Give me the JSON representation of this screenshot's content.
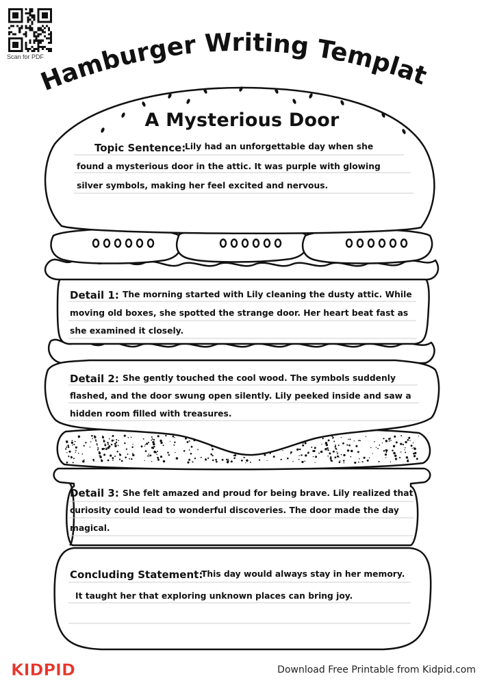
{
  "qr_caption": "Scan for PDF",
  "header": {
    "title": "Hamburger Writing Template"
  },
  "story_title": "A Mysterious Door",
  "topic": {
    "label": "Topic Sentence:",
    "lines": [
      "Lily had an unforgettable day when she",
      "found a mysterious door in the attic. It was purple with glowing",
      "silver symbols, making her feel excited and nervous."
    ]
  },
  "detail1": {
    "label": "Detail 1:",
    "lines": [
      "The morning started with Lily cleaning the dusty attic. While",
      "moving old boxes, she spotted the strange door. Her heart beat fast as",
      "she examined it closely."
    ]
  },
  "detail2": {
    "label": "Detail 2:",
    "lines": [
      "She gently touched the cool wood. The symbols suddenly",
      "flashed, and the door swung open silently. Lily peeked inside and saw a",
      "hidden room filled with treasures."
    ]
  },
  "detail3": {
    "label": "Detail 3:",
    "lines": [
      "She felt amazed and proud for being brave. Lily realized that",
      "curiosity could lead to wonderful discoveries. The door made the day",
      "magical."
    ]
  },
  "conclusion": {
    "label": "Concluding Statement:",
    "lines": [
      "This day would always stay in her memory.",
      "It taught her that exploring unknown places can bring joy."
    ]
  },
  "brand": {
    "logo_text": "KIDPID",
    "color_primary": "#e8352b",
    "color_secondary": "#f39c12"
  },
  "footer": {
    "text": "Download Free Printable from Kidpid.com"
  },
  "icons": [
    "qr-code-icon",
    "sesame-seed-icon",
    "tomato-slice-icon",
    "lettuce-icon",
    "patty-icon",
    "cheese-icon",
    "bun-icon"
  ]
}
